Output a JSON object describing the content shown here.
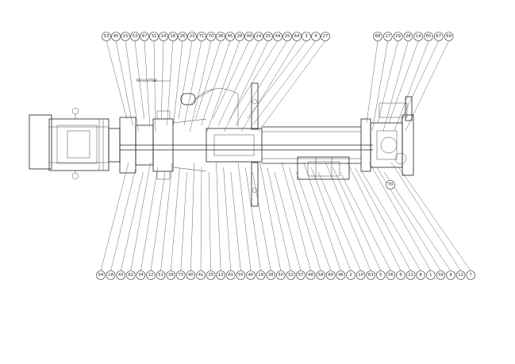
{
  "drawing": {
    "note_label": "REGULATOR",
    "ref_number": "70"
  },
  "balloons": {
    "top_left": [
      "53",
      "45",
      "15",
      "53",
      "47",
      "31",
      "24",
      "16",
      "26",
      "23",
      "71",
      "70",
      "36",
      "45",
      "28",
      "49",
      "24",
      "25",
      "44",
      "25",
      "64",
      "3",
      "4",
      "27"
    ],
    "top_right": [
      "68",
      "17",
      "29",
      "28",
      "14",
      "65",
      "67",
      "69"
    ],
    "bottom": [
      "54",
      "18",
      "43",
      "62",
      "34",
      "22",
      "51",
      "39",
      "73",
      "40",
      "41",
      "35",
      "13",
      "61",
      "55",
      "40",
      "19",
      "38",
      "50",
      "52",
      "57",
      "48",
      "58",
      "60",
      "46",
      "2",
      "10",
      "63",
      "5",
      "56",
      "6",
      "11",
      "8",
      "1",
      "59",
      "9",
      "12",
      "7"
    ]
  }
}
